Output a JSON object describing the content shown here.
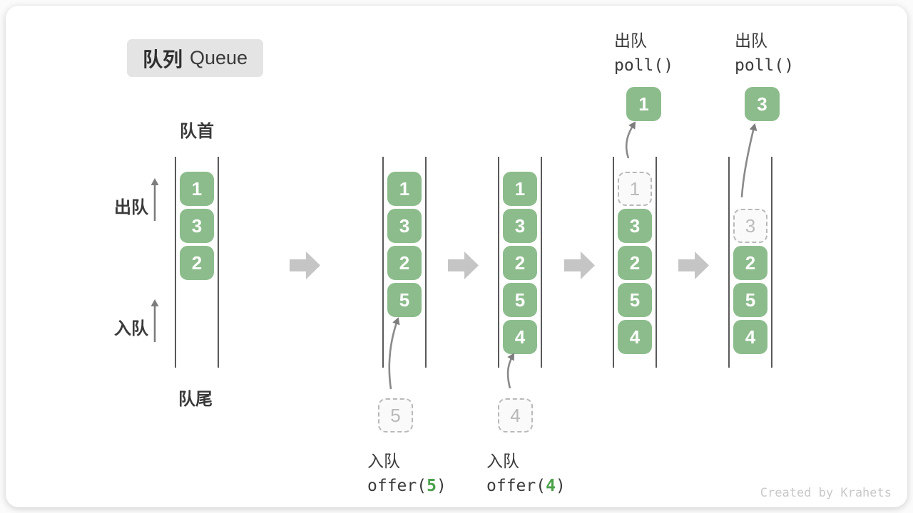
{
  "title": {
    "zh": "队列",
    "en": "Queue"
  },
  "labels": {
    "front": "队首",
    "rear": "队尾",
    "dequeue": "出队",
    "enqueue": "入队"
  },
  "watermark": "Created by Krahets",
  "colors": {
    "element_green": "#8cbc8c",
    "code_arg_green": "#4aa14a",
    "dashed_gray": "#b9b9b9",
    "queue_line_gray": "#595959",
    "arrow_gray": "#7d7d7d",
    "block_arrow_gray": "#c5c5c5",
    "badge_bg": "#e4e4e4",
    "text_dark": "#3a3a3a",
    "watermark_gray": "#c9c9c9"
  },
  "diagram": {
    "type": "queue-operation-sequence",
    "states": [
      {
        "name": "initial",
        "slots": [
          {
            "value": "1",
            "style": "solid"
          },
          {
            "value": "3",
            "style": "solid"
          },
          {
            "value": "2",
            "style": "solid"
          }
        ]
      },
      {
        "name": "after-offer-5",
        "op": {
          "label": "入队",
          "code_open": "offer(",
          "arg": "5",
          "code_close": ")"
        },
        "staged": {
          "value": "5"
        },
        "slots": [
          {
            "value": "1",
            "style": "solid"
          },
          {
            "value": "3",
            "style": "solid"
          },
          {
            "value": "2",
            "style": "solid"
          },
          {
            "value": "5",
            "style": "solid"
          }
        ]
      },
      {
        "name": "after-offer-4",
        "op": {
          "label": "入队",
          "code_open": "offer(",
          "arg": "4",
          "code_close": ")"
        },
        "staged": {
          "value": "4"
        },
        "slots": [
          {
            "value": "1",
            "style": "solid"
          },
          {
            "value": "3",
            "style": "solid"
          },
          {
            "value": "2",
            "style": "solid"
          },
          {
            "value": "5",
            "style": "solid"
          },
          {
            "value": "4",
            "style": "solid"
          }
        ]
      },
      {
        "name": "poll-1",
        "op": {
          "label": "出队",
          "code": "poll()"
        },
        "polled": {
          "value": "1"
        },
        "slots": [
          {
            "value": "1",
            "style": "dashed"
          },
          {
            "value": "3",
            "style": "solid"
          },
          {
            "value": "2",
            "style": "solid"
          },
          {
            "value": "5",
            "style": "solid"
          },
          {
            "value": "4",
            "style": "solid"
          }
        ]
      },
      {
        "name": "poll-3",
        "op": {
          "label": "出队",
          "code": "poll()"
        },
        "polled": {
          "value": "3"
        },
        "slots": [
          {
            "value": "3",
            "style": "dashed"
          },
          {
            "value": "2",
            "style": "solid"
          },
          {
            "value": "5",
            "style": "solid"
          },
          {
            "value": "4",
            "style": "solid"
          }
        ]
      }
    ]
  }
}
